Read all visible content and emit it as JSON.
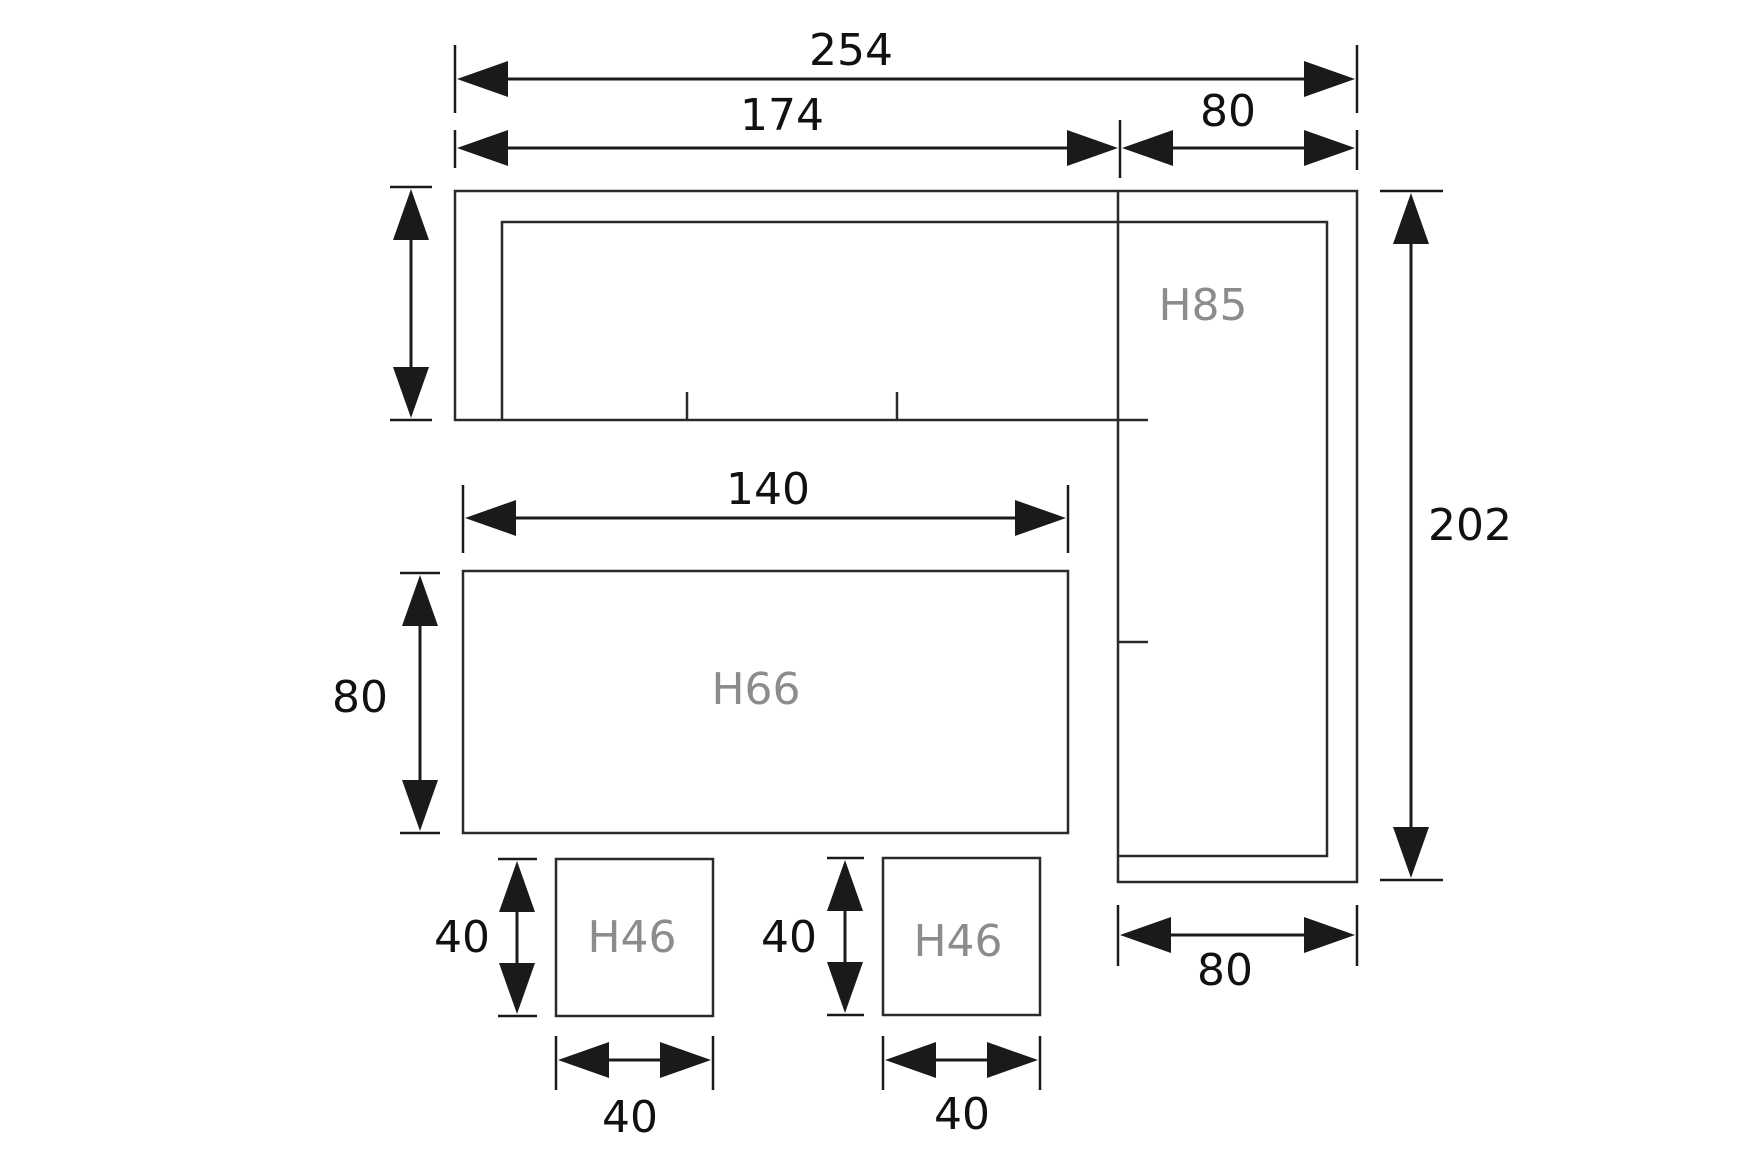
{
  "dimensions": {
    "overall_width": "254",
    "sofa_length": "174",
    "corner_width_top": "80",
    "overall_depth": "202",
    "corner_width_bottom": "80",
    "table_width": "140",
    "table_depth": "80",
    "stool_left_depth": "40",
    "stool_left_width": "40",
    "stool_right_depth": "40",
    "stool_right_width": "40"
  },
  "heights": {
    "sofa": "H85",
    "table": "H66",
    "stool_left": "H46",
    "stool_right": "H46"
  },
  "colors": {
    "line": "#1a1a1a",
    "height_label": "#8c8c8c"
  }
}
